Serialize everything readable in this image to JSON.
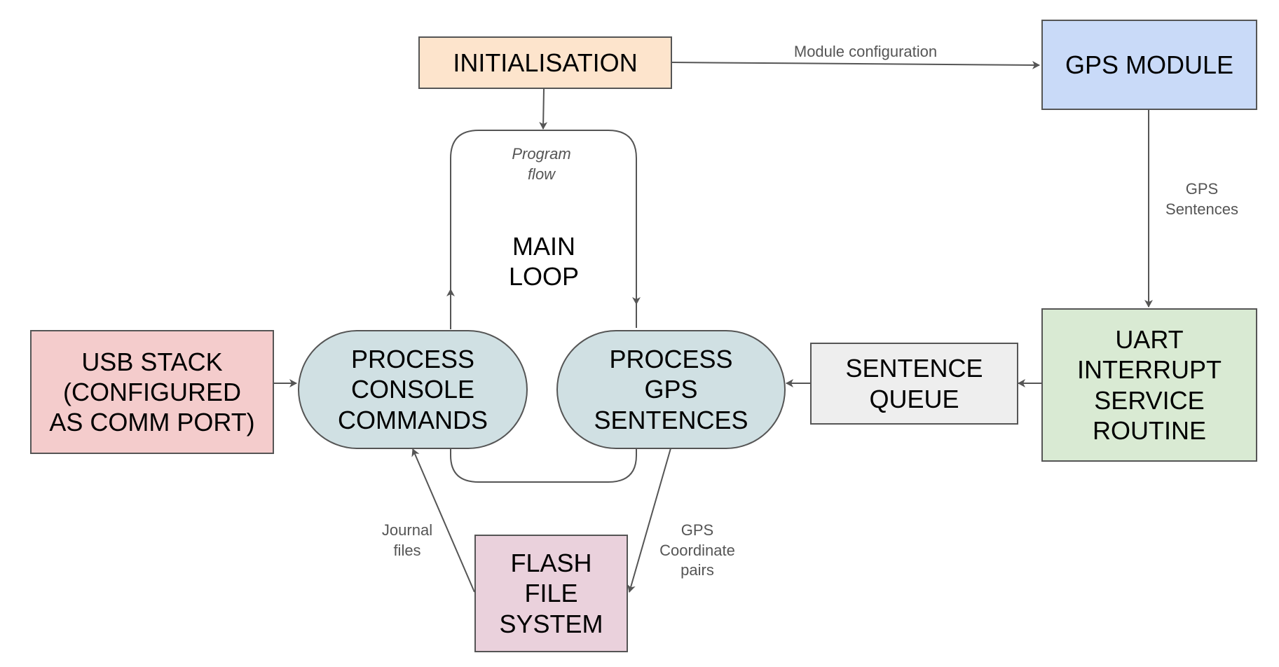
{
  "colors": {
    "line": "#555555",
    "initialisation": "#fde4cc",
    "gps_module": "#c9daf8",
    "uart_isr": "#d9ead3",
    "sentence_queue": "#eeeeee",
    "process": "#d0e0e3",
    "usb_stack": "#f4cccc",
    "flash_fs": "#ead1dc"
  },
  "nodes": {
    "initialisation": "INITIALISATION",
    "gps_module": "GPS MODULE",
    "uart_isr": "UART\nINTERRUPT\nSERVICE\nROUTINE",
    "sentence_queue": "SENTENCE\nQUEUE",
    "process_gps": "PROCESS\nGPS\nSENTENCES",
    "process_console": "PROCESS\nCONSOLE\nCOMMANDS",
    "usb_stack": "USB STACK\n(CONFIGURED\nAS COMM PORT)",
    "flash_fs": "FLASH\nFILE\nSYSTEM"
  },
  "main_loop": {
    "title": "MAIN\nLOOP",
    "flow_label": "Program\nflow"
  },
  "edge_labels": {
    "module_configuration": "Module configuration",
    "gps_sentences": "GPS\nSentences",
    "gps_coordinate_pairs": "GPS\nCoordinate\npairs",
    "journal_files": "Journal\nfiles"
  }
}
